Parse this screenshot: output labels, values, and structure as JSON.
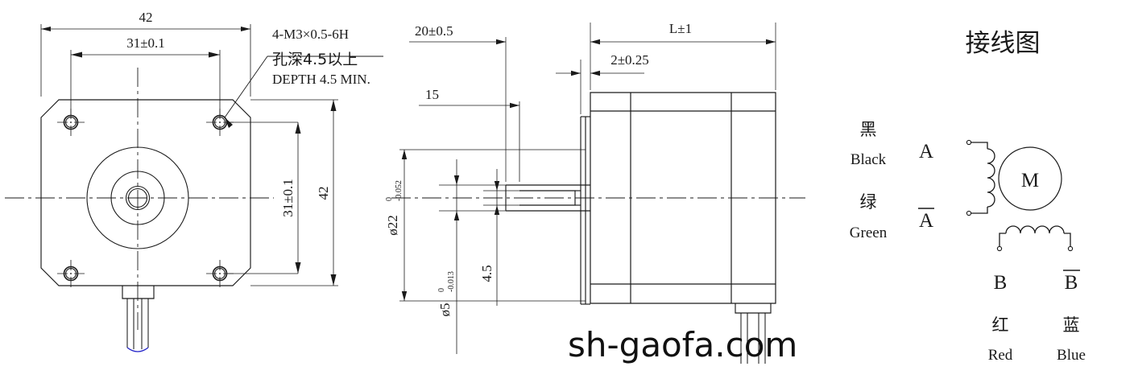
{
  "drawing": {
    "type": "mechanical-dimension-drawing",
    "subject": "NEMA 17 (42mm) stepper motor",
    "watermark": "sh-gaofa.com"
  },
  "front_view": {
    "name": "front-view",
    "dimensions": {
      "overall_width": "42",
      "bolt_circle_width": "31±0.1",
      "overall_height": "42",
      "bolt_circle_height": "31±0.1"
    },
    "note": {
      "line1": "4-M3×0.5-6H",
      "line2": "孔深4.5以上",
      "line3": "DEPTH 4.5 MIN."
    }
  },
  "side_view": {
    "name": "side-view",
    "dimensions": {
      "shaft_length": "20±0.5",
      "body_length": "L±1",
      "flange_thickness": "2±0.25",
      "shaft_usable": "15",
      "pilot_diameter": "ø22",
      "pilot_tol_upper": "0",
      "pilot_tol_lower": "-0.052",
      "shaft_diameter": "ø5",
      "shaft_tol_upper": "0",
      "shaft_tol_lower": "-0.013",
      "flat_depth": "4.5"
    }
  },
  "wiring_diagram": {
    "title": "接线图",
    "leads": [
      {
        "cn": "黑",
        "en": "Black",
        "phase": "A",
        "overline": false
      },
      {
        "cn": "绿",
        "en": "Green",
        "phase": "A",
        "overline": true
      },
      {
        "cn": "红",
        "en": "Red",
        "phase": "B",
        "overline": false
      },
      {
        "cn": "蓝",
        "en": "Blue",
        "phase": "B",
        "overline": true
      }
    ],
    "motor_symbol": "M"
  },
  "colors": {
    "line": "#1a1a1a",
    "wire_accent": "#2323c8",
    "background": "#ffffff"
  }
}
